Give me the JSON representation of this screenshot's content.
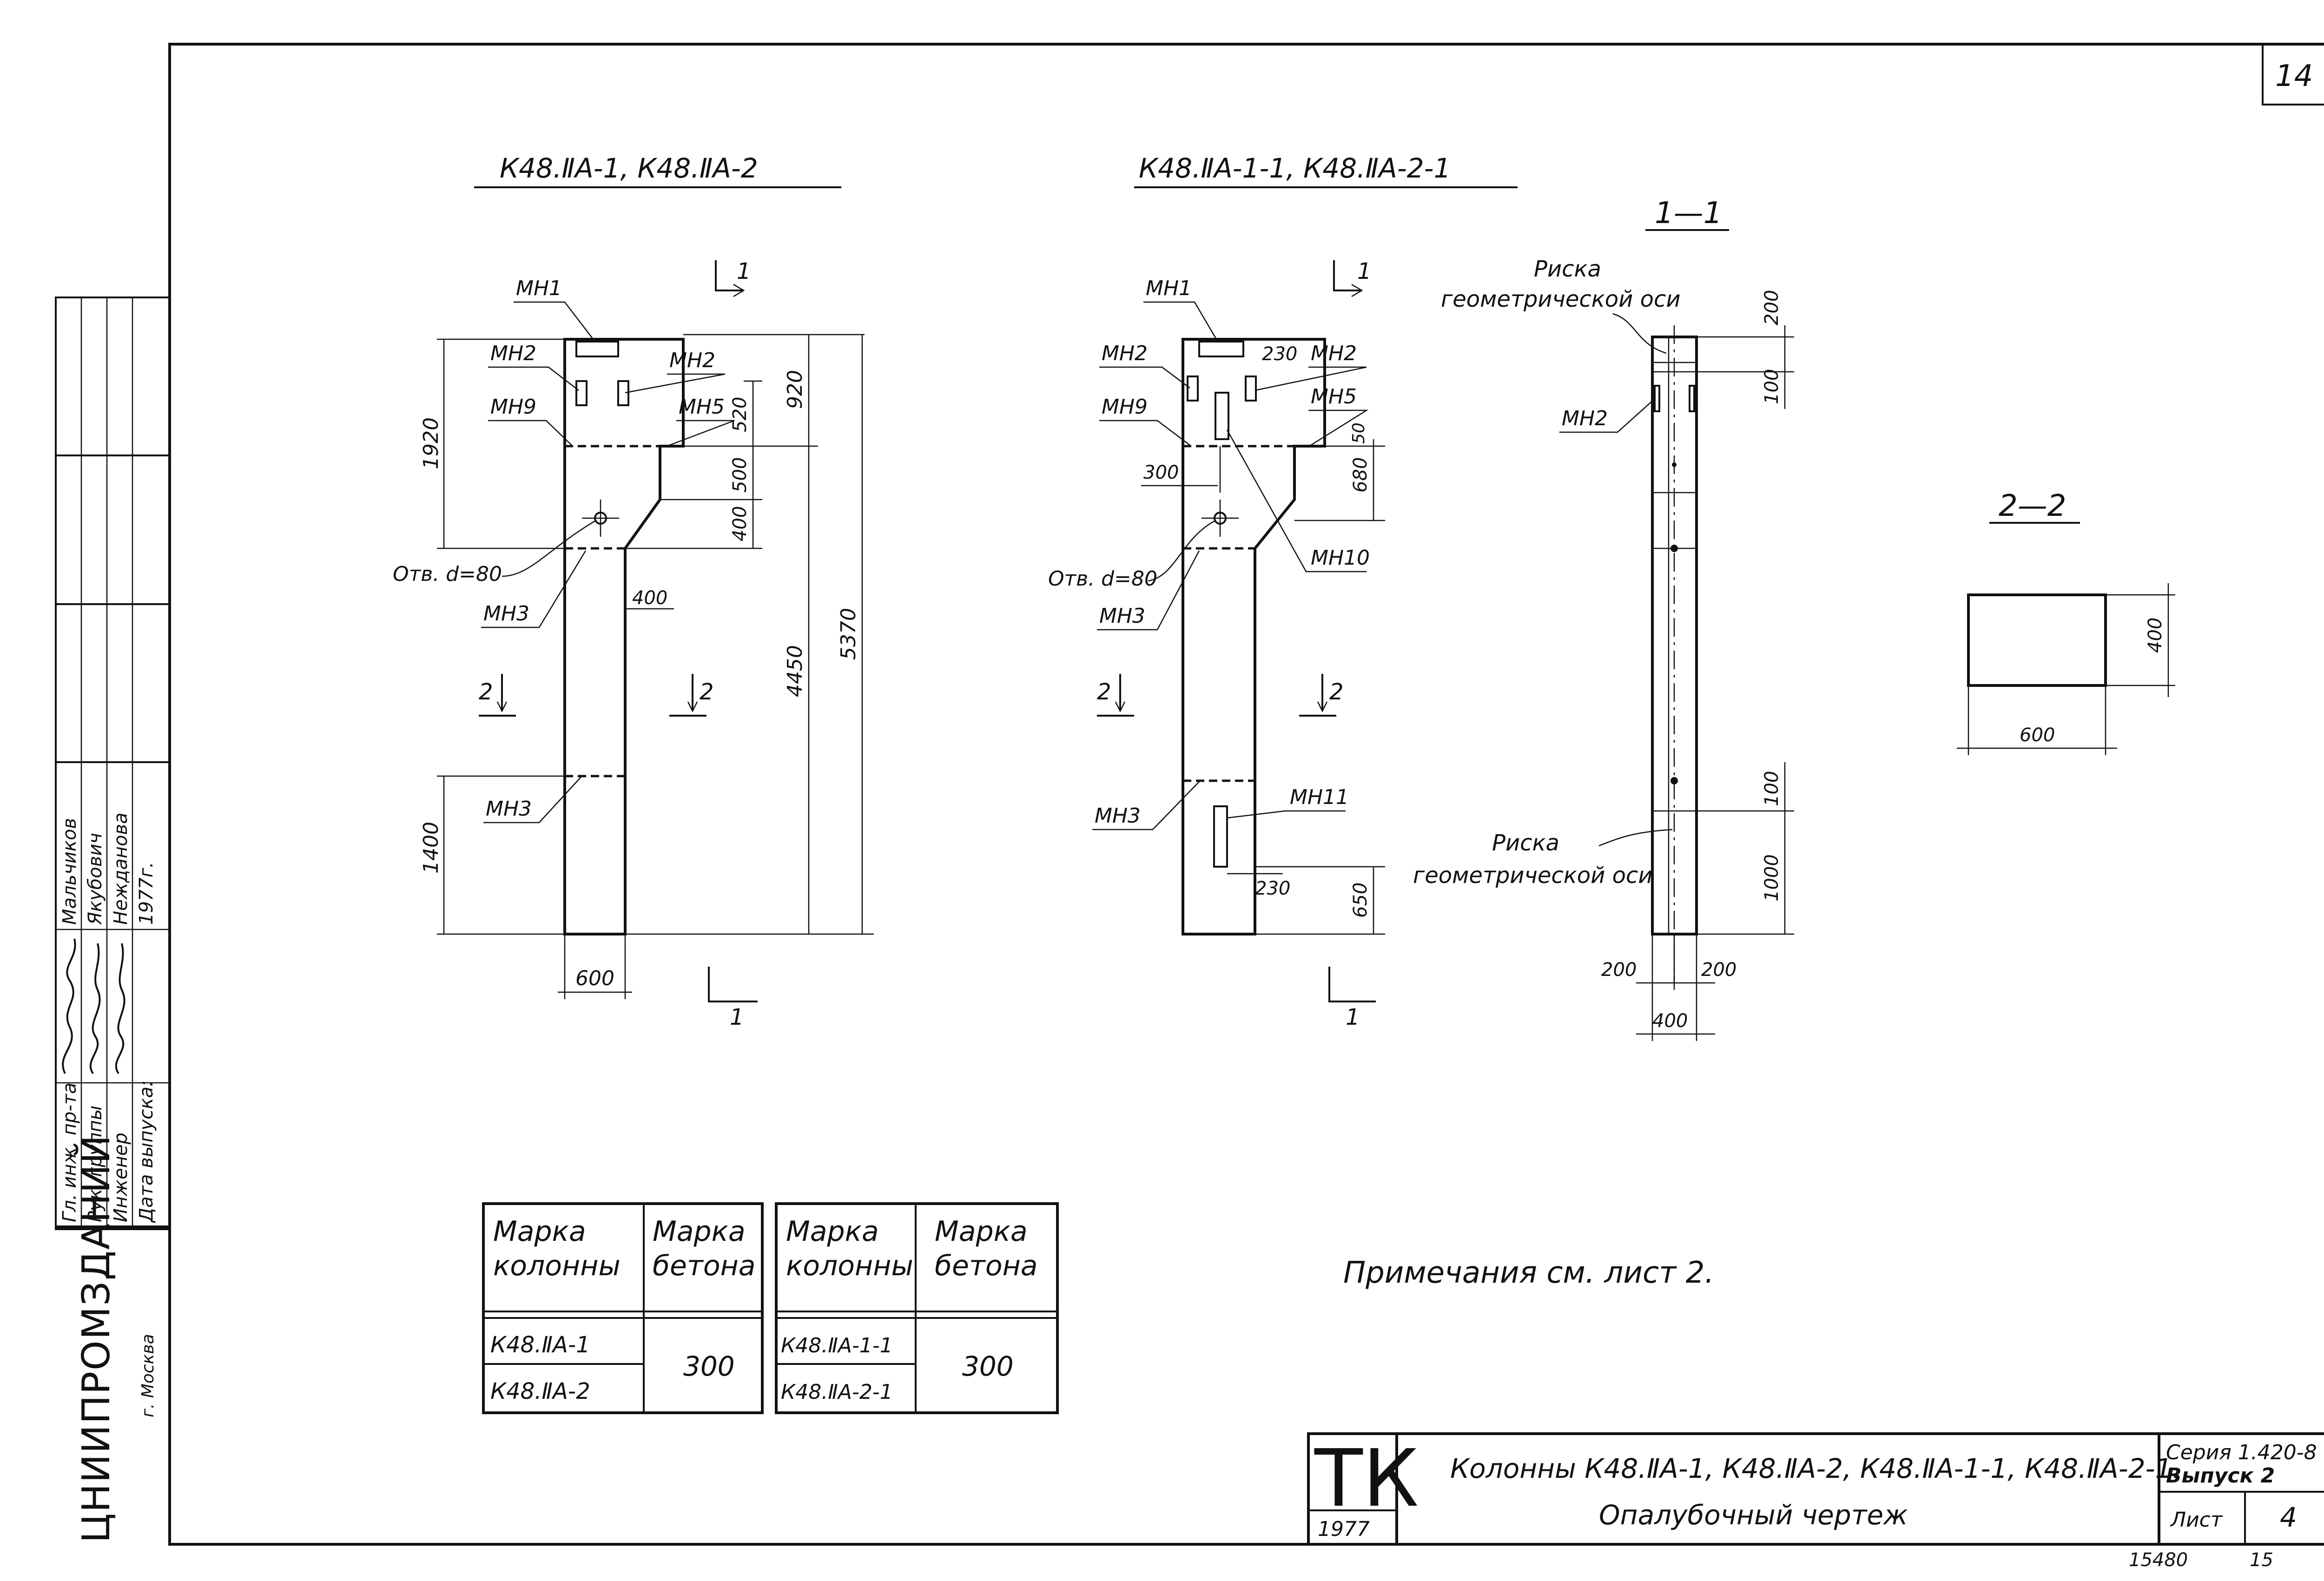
{
  "page_number": "14",
  "drawing1": {
    "title": "К48.ⅡА-1, К48.ⅡА-2",
    "labels": {
      "mh1": "МН1",
      "mh2a": "МН2",
      "mh2b": "МН2",
      "mh9": "МН9",
      "mh5": "МН5",
      "hole": "Отв. d=80",
      "mh3a": "МН3",
      "mh3b": "МН3"
    },
    "dims": {
      "d1920": "1920",
      "d920": "920",
      "d520": "520",
      "d500": "500",
      "d400v": "400",
      "d400h": "400",
      "d4450": "4450",
      "d5370": "5370",
      "d1400": "1400",
      "d600": "600"
    },
    "cuts": {
      "top": "1",
      "bottom": "1",
      "left": "2",
      "right": "2"
    }
  },
  "drawing2": {
    "title": "К48.ⅡА-1-1, К48.ⅡА-2-1",
    "labels": {
      "mh1": "МН1",
      "mh2a": "МН2",
      "mh2b": "МН2",
      "mh9": "МН9",
      "mh5": "МН5",
      "hole": "Отв. d=80",
      "mh3a": "МН3",
      "mh3b": "МН3",
      "mh10": "МН10",
      "mh11": "МН11"
    },
    "dims": {
      "d230a": "230",
      "d50": "50",
      "d680": "680",
      "d300": "300",
      "d230b": "230",
      "d650": "650"
    },
    "cuts": {
      "top": "1",
      "bottom": "1",
      "left": "2",
      "right": "2"
    }
  },
  "section11": {
    "title": "1—1",
    "axis_top": [
      "Риска",
      "геометрической оси"
    ],
    "axis_bottom": [
      "Риска",
      "геометрической оси"
    ],
    "mh2": "МН2",
    "dims": {
      "d200": "200",
      "d100a": "100",
      "d100b": "100",
      "d1000": "1000",
      "d200l": "200",
      "d200r": "200",
      "d400": "400"
    }
  },
  "section22": {
    "title": "2—2",
    "d400": "400",
    "d600": "600"
  },
  "table": {
    "headers": [
      "Марка колонны",
      "Марка бетона",
      "Марка колонны",
      "Марка бетона"
    ],
    "group1": {
      "marks": [
        "К48.ⅡА-1",
        "К48.ⅡА-2"
      ],
      "concrete": "300"
    },
    "group2": {
      "marks": [
        "К48.ⅡА-1-1",
        "К48.ⅡА-2-1"
      ],
      "concrete": "300"
    }
  },
  "note": "Примечания см. лист 2.",
  "side_stamp": {
    "org": "ЦНИИПРОМЗДАНИЙ",
    "city": "г. Москва",
    "roles": [
      "Гл. инж. пр-та",
      "Рук. группы",
      "Инженер",
      "Дата выпуска:"
    ],
    "names": [
      "Мальчиков",
      "Якубович",
      "Нежданова",
      "1977г."
    ]
  },
  "title_block": {
    "logo": "ТК",
    "year": "1977",
    "title_line1": "Колонны К48.ⅡА-1, К48.ⅡА-2, К48.ⅡА-1-1, К48.ⅡА-2-1.",
    "title_line2": "Опалубочный чертеж",
    "series": "Серия 1.420-8",
    "issue": "Выпуск 2",
    "sheet_label": "Лист",
    "sheet_number": "4"
  },
  "footer": {
    "code": "15480",
    "page": "15"
  }
}
